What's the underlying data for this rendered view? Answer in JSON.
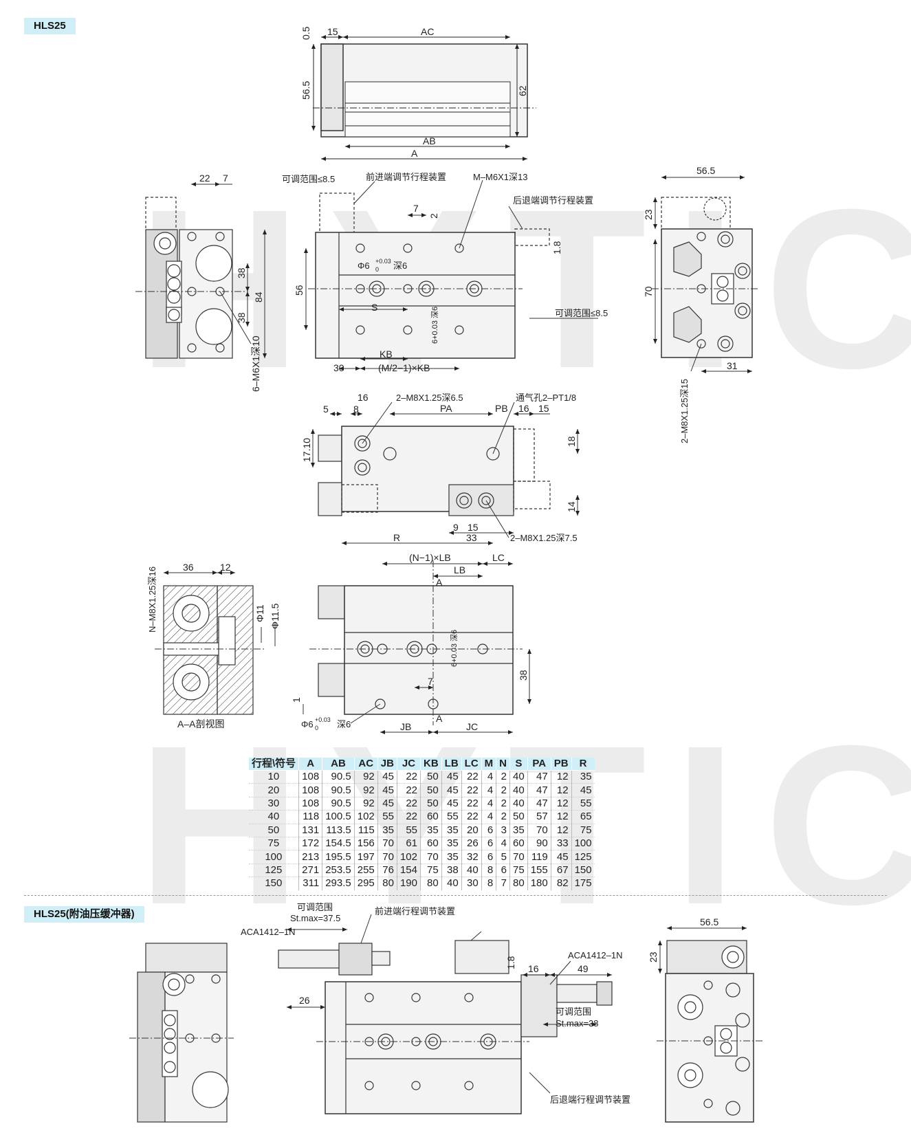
{
  "section_titles": {
    "top": "HLS25",
    "bottom": "HLS25(附油压缓冲器)"
  },
  "watermark": "HYTIC",
  "top_view_dims": {
    "d05": "0.5",
    "d15": "15",
    "ac": "AC",
    "d565": "56.5",
    "d62": "62",
    "ab": "AB",
    "a": "A"
  },
  "front_view_labels": {
    "adjust_range_front": "可调范围≤8.5",
    "front_adjust_device": "前进端调节行程装置",
    "tap_m6": "M–M6X1深13",
    "rear_adjust_device": "后退端调节行程装置",
    "d7": "7",
    "d2": "2",
    "d18": "1.8",
    "d56": "56",
    "phi6": "Φ6",
    "phi6_tol": "+0.03",
    "phi6_tol0": "0",
    "phi6_depth": "深6",
    "s": "S",
    "kb": "KB",
    "m_kb": "(M/2−1)×KB",
    "d30": "30",
    "adjust_range_rear": "可调范围≤8.5",
    "depth6_vertical": "6+0.03 深6"
  },
  "left_view_labels": {
    "d22": "22",
    "d7": "7",
    "d38a": "38",
    "d84": "84",
    "d38b": "38",
    "tap_m6": "6–M6X1深10"
  },
  "right_view_labels": {
    "d565": "56.5",
    "d23": "23",
    "d70": "70",
    "d31": "31",
    "tap_m8": "2–M8X1.25深15"
  },
  "bottom_view_labels": {
    "d16": "16",
    "d8": "8",
    "d5": "5",
    "tap_m8a": "2–M8X1.25深6.5",
    "vent": "通气孔2–PT1/8",
    "pa": "PA",
    "pb": "PB",
    "d16b": "16",
    "d15": "15",
    "d1710": "17.10",
    "d18": "18",
    "d14": "14",
    "r": "R",
    "d9": "9",
    "d15b": "15",
    "d33": "33",
    "tap_m8b": "2–M8X1.25深7.5"
  },
  "section_view_labels": {
    "tap": "N–M8X1.25深16",
    "d36": "36",
    "d12": "12",
    "phi11": "Φ11",
    "phi115": "Φ11.5",
    "caption": "A–A剖视图"
  },
  "rear_view_labels": {
    "n_lb": "(N−1)×LB",
    "lc": "LC",
    "lb": "LB",
    "a_top": "A",
    "depth6_vertical": "6+0.03 深6",
    "d38": "38",
    "d7": "7",
    "d1": "1",
    "phi6": "Φ6",
    "phi6_tol": "+0.03",
    "phi6_tol0": "0",
    "phi6_depth": "深6",
    "jb": "JB",
    "a_bottom": "A",
    "jc": "JC"
  },
  "spec_table": {
    "headers": [
      "行程\\符号",
      "A",
      "AB",
      "AC",
      "JB",
      "JC",
      "KB",
      "LB",
      "LC",
      "M",
      "N",
      "S",
      "PA",
      "PB",
      "R"
    ],
    "rows": [
      [
        "10",
        "108",
        "90.5",
        "92",
        "45",
        "22",
        "50",
        "45",
        "22",
        "4",
        "2",
        "40",
        "47",
        "12",
        "35"
      ],
      [
        "20",
        "108",
        "90.5",
        "92",
        "45",
        "22",
        "50",
        "45",
        "22",
        "4",
        "2",
        "40",
        "47",
        "12",
        "45"
      ],
      [
        "30",
        "108",
        "90.5",
        "92",
        "45",
        "22",
        "50",
        "45",
        "22",
        "4",
        "2",
        "40",
        "47",
        "12",
        "55"
      ],
      [
        "40",
        "118",
        "100.5",
        "102",
        "55",
        "22",
        "60",
        "55",
        "22",
        "4",
        "2",
        "50",
        "57",
        "12",
        "65"
      ],
      [
        "50",
        "131",
        "113.5",
        "115",
        "35",
        "55",
        "35",
        "35",
        "20",
        "6",
        "3",
        "35",
        "70",
        "12",
        "75"
      ],
      [
        "75",
        "172",
        "154.5",
        "156",
        "70",
        "61",
        "60",
        "35",
        "26",
        "6",
        "4",
        "60",
        "90",
        "33",
        "100"
      ],
      [
        "100",
        "213",
        "195.5",
        "197",
        "70",
        "102",
        "70",
        "35",
        "32",
        "6",
        "5",
        "70",
        "119",
        "45",
        "125"
      ],
      [
        "125",
        "271",
        "253.5",
        "255",
        "76",
        "154",
        "75",
        "38",
        "40",
        "8",
        "6",
        "75",
        "155",
        "67",
        "150"
      ],
      [
        "150",
        "311",
        "293.5",
        "295",
        "80",
        "190",
        "80",
        "40",
        "30",
        "8",
        "7",
        "80",
        "180",
        "82",
        "175"
      ]
    ]
  },
  "buffer_labels": {
    "adjust_range_front": "可调范围",
    "stmax_front": "St.max=37.5",
    "aca_left": "ACA1412–1N",
    "front_device": "前进端行程调节装置",
    "d26": "26",
    "d18": "1.8",
    "d16": "16",
    "d49": "49",
    "aca_right": "ACA1412–1N",
    "adjust_range_rear": "可调范围",
    "stmax_rear": "St.max=38",
    "rear_device": "后退端行程调节装置",
    "d565": "56.5",
    "d23": "23"
  }
}
